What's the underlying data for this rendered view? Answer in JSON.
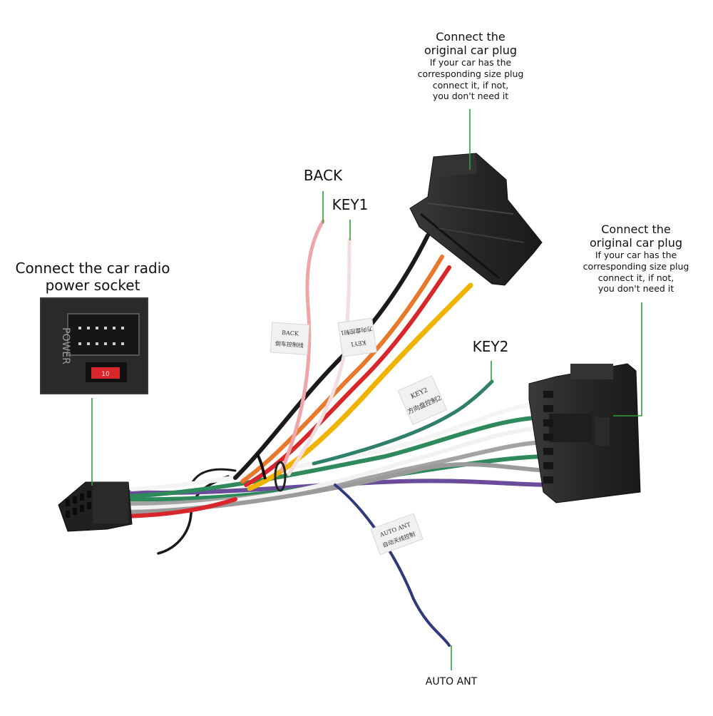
{
  "labels": {
    "top_plug_title_1": "Connect the",
    "top_plug_title_2": "original car plug",
    "top_plug_note_1": "If your car has the",
    "top_plug_note_2": "corresponding size plug",
    "top_plug_note_3": "connect it, if not,",
    "top_plug_note_4": "you don't need it",
    "right_plug_title_1": "Connect the",
    "right_plug_title_2": "original car plug",
    "right_plug_note_1": "If your car has the",
    "right_plug_note_2": "corresponding size plug",
    "right_plug_note_3": "connect it, if not,",
    "right_plug_note_4": "you don't need it",
    "power_title_1": "Connect the car radio",
    "power_title_2": "power socket",
    "back": "BACK",
    "key1": "KEY1",
    "key2": "KEY2",
    "auto_ant": "AUTO ANT"
  },
  "wire_tags": {
    "back_tag_1": "BACK",
    "back_tag_2": "倒车控制线",
    "key1_tag_1": "KEY1",
    "key1_tag_2": "方向盘控制1",
    "key2_tag_1": "KEY2",
    "key2_tag_2": "方向盘控制2",
    "ant_tag_1": "AUTO ANT",
    "ant_tag_2": "自动天线控制"
  },
  "socket_text": {
    "power": "POWER",
    "fuse": "10"
  },
  "colors": {
    "leader": "#2e9e3e",
    "back_wire": "#f0a5a8",
    "key1_wire": "#f2e6e6",
    "key2_wire": "#2f7f6b",
    "ant_wire": "#2f3a7a",
    "black_wire": "#1a1a1a",
    "orange_wire": "#e8782a",
    "red_wire": "#d8262a",
    "yellow_wire": "#f0b400",
    "white_wire": "#f4f4f4",
    "gray_wire": "#9a9a9a",
    "purple_wire": "#6b4c9a",
    "green_wire": "#2e8a5a",
    "plug_body": "#2b2b2b"
  }
}
